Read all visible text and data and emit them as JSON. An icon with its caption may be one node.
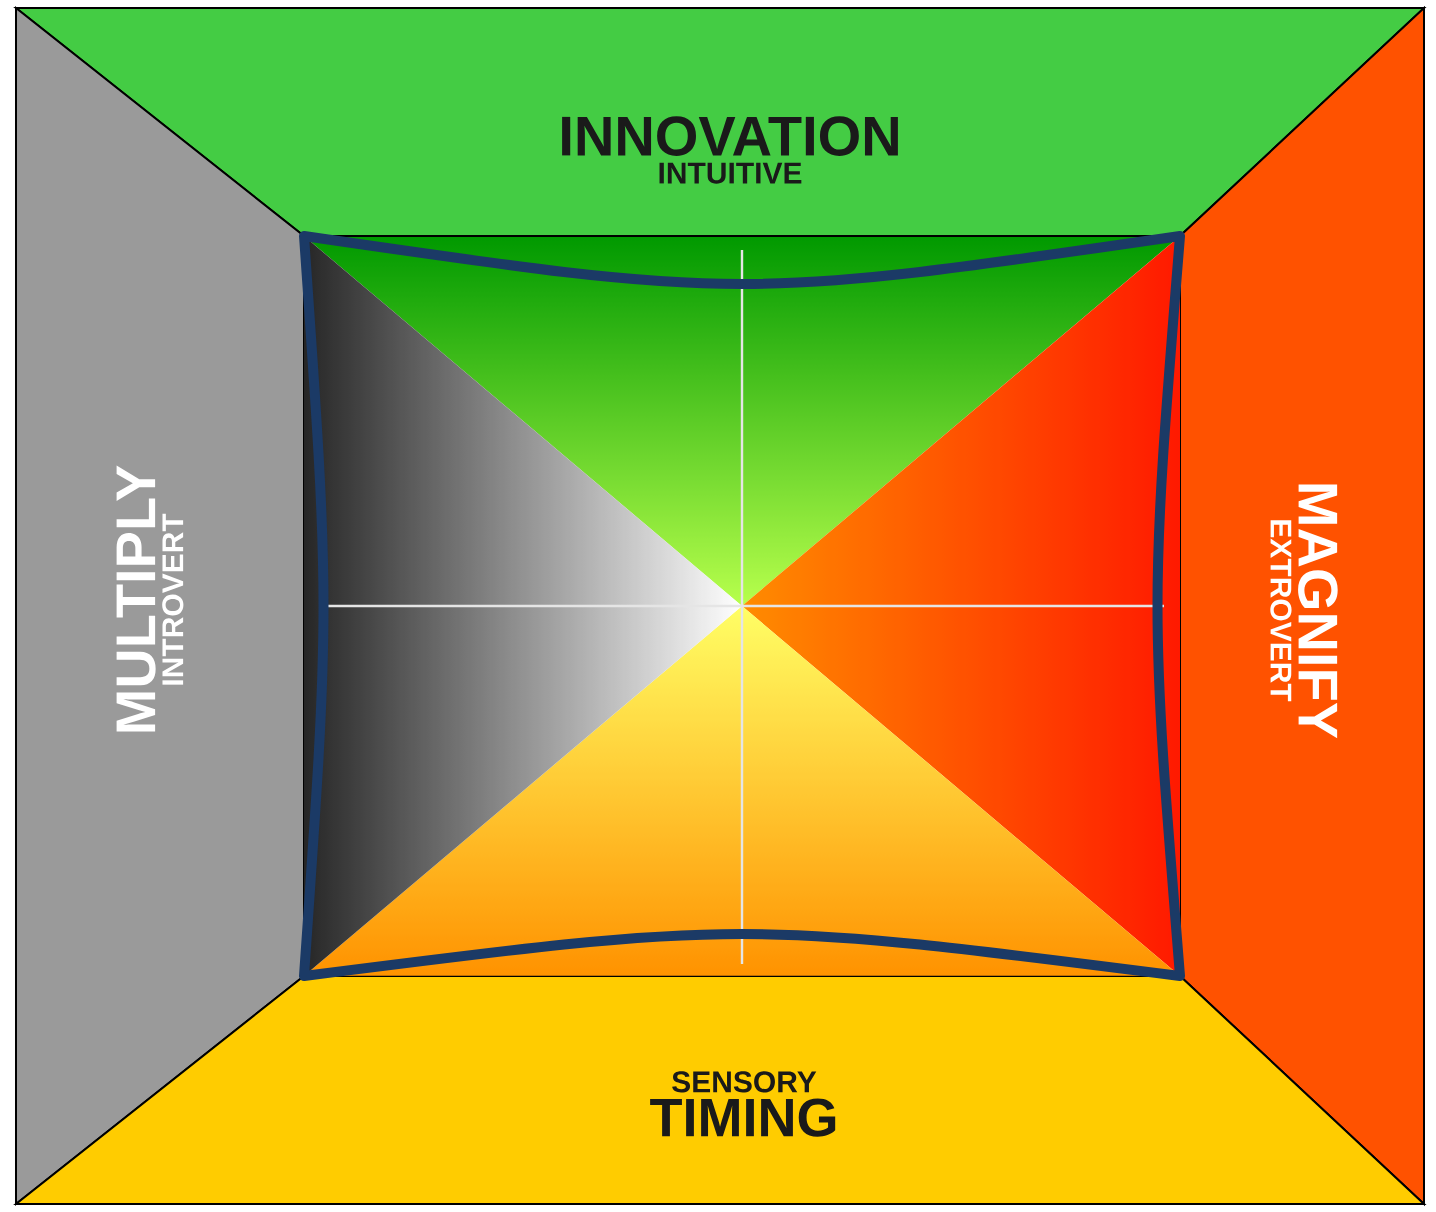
{
  "diagram": {
    "nodes": [
      {
        "text": [
          "INNOVATION",
          "INTUITIVE"
        ]
      },
      {
        "text": [
          "MULTIPLY",
          "INTROVERT"
        ]
      },
      {
        "text": [
          "MAGNIFY",
          "EXTROVERT"
        ]
      },
      {
        "text": [
          "SENSORY",
          "TIMING"
        ]
      }
    ]
  }
}
